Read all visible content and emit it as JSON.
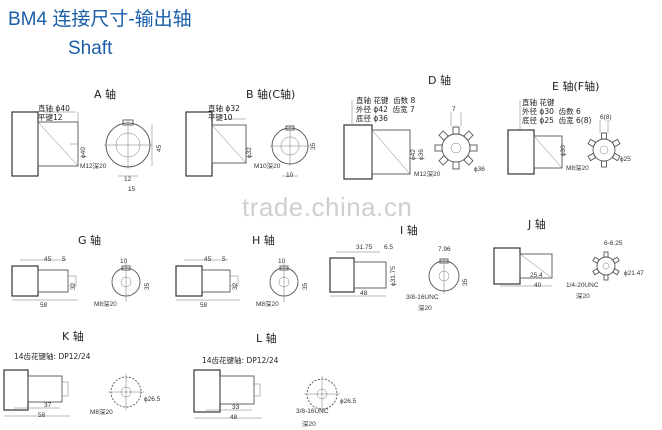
{
  "header": {
    "title": "BM4 连接尺寸-输出轴",
    "subtitle": "Shaft"
  },
  "watermark": "trade.china.cn",
  "views": {
    "A": {
      "label": "A 轴",
      "specs": [
        "直轴 ϕ40",
        "平键12"
      ],
      "dims": [
        "ϕ40",
        "45",
        "M12深20",
        "12",
        "15"
      ]
    },
    "B": {
      "label": "B 轴(C轴)",
      "specs": [
        "直轴 ϕ32",
        "平键10"
      ],
      "dims": [
        "ϕ32",
        "35",
        "M10深20",
        "10"
      ]
    },
    "D": {
      "label": "D 轴",
      "specs": [
        "直轴 花键  齿数 8",
        "外径 ϕ42  齿宽 7",
        "底径 ϕ36"
      ],
      "dims": [
        "ϕ42",
        "ϕ36",
        "M12深20",
        "7",
        "ϕ36"
      ]
    },
    "E": {
      "label": "E 轴(F轴)",
      "specs": [
        "直轴 花键",
        "外径 ϕ30  齿数 6",
        "底径 ϕ25  齿宽 6(8)"
      ],
      "dims": [
        "ϕ30",
        "M8深20",
        "6(8)",
        "ϕ25"
      ]
    },
    "G": {
      "label": "G 轴",
      "dims": [
        "45",
        "5",
        "32",
        "58",
        "10",
        "35",
        "M8深20"
      ]
    },
    "H": {
      "label": "H 轴",
      "dims": [
        "45",
        "5",
        "32",
        "58",
        "10",
        "35",
        "M8深20"
      ]
    },
    "I": {
      "label": "I 轴",
      "dims": [
        "31.75",
        "6.5",
        "ϕ31.75",
        "48",
        "7.96",
        "35",
        "3/8-16UNC",
        "深20"
      ]
    },
    "J": {
      "label": "J 轴",
      "dims": [
        "25.4",
        "40",
        "6-6.25",
        "ϕ21.47",
        "1/4-20UNC",
        "深20"
      ]
    },
    "K": {
      "label": "K 轴",
      "specs": [
        "14齿花键轴: DP12/24"
      ],
      "dims": [
        "37",
        "58",
        "ϕ26.5",
        "M8深20"
      ]
    },
    "L": {
      "label": "L 轴",
      "specs": [
        "14齿花键轴: DP12/24"
      ],
      "dims": [
        "33",
        "48",
        "ϕ26.5",
        "3/8-16UNC",
        "深20"
      ]
    }
  }
}
